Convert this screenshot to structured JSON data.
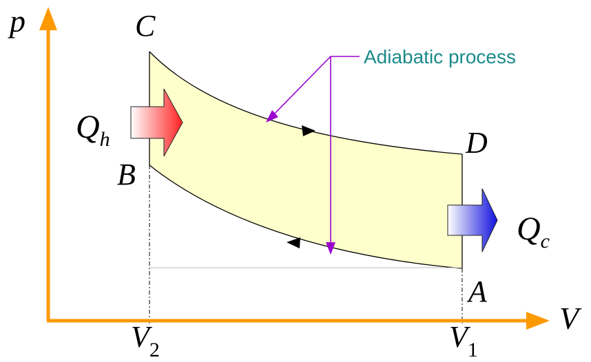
{
  "axes": {
    "y_label": "p",
    "x_label": "V",
    "axis_color": "#ff9900"
  },
  "points": {
    "a": "A",
    "b": "B",
    "c": "C",
    "d": "D"
  },
  "volumes": {
    "v1": {
      "base": "V",
      "sub": "1"
    },
    "v2": {
      "base": "V",
      "sub": "2"
    }
  },
  "heat": {
    "in": {
      "base": "Q",
      "sub": "h"
    },
    "out": {
      "base": "Q",
      "sub": "c"
    }
  },
  "annotation": {
    "text": "Adiabatic process",
    "color": "#1a8a8a",
    "arrow_color": "#9900cc"
  },
  "colors": {
    "cycle_fill": "#ffffcc",
    "heat_in": "#ff3333",
    "heat_out": "#2222ee"
  }
}
